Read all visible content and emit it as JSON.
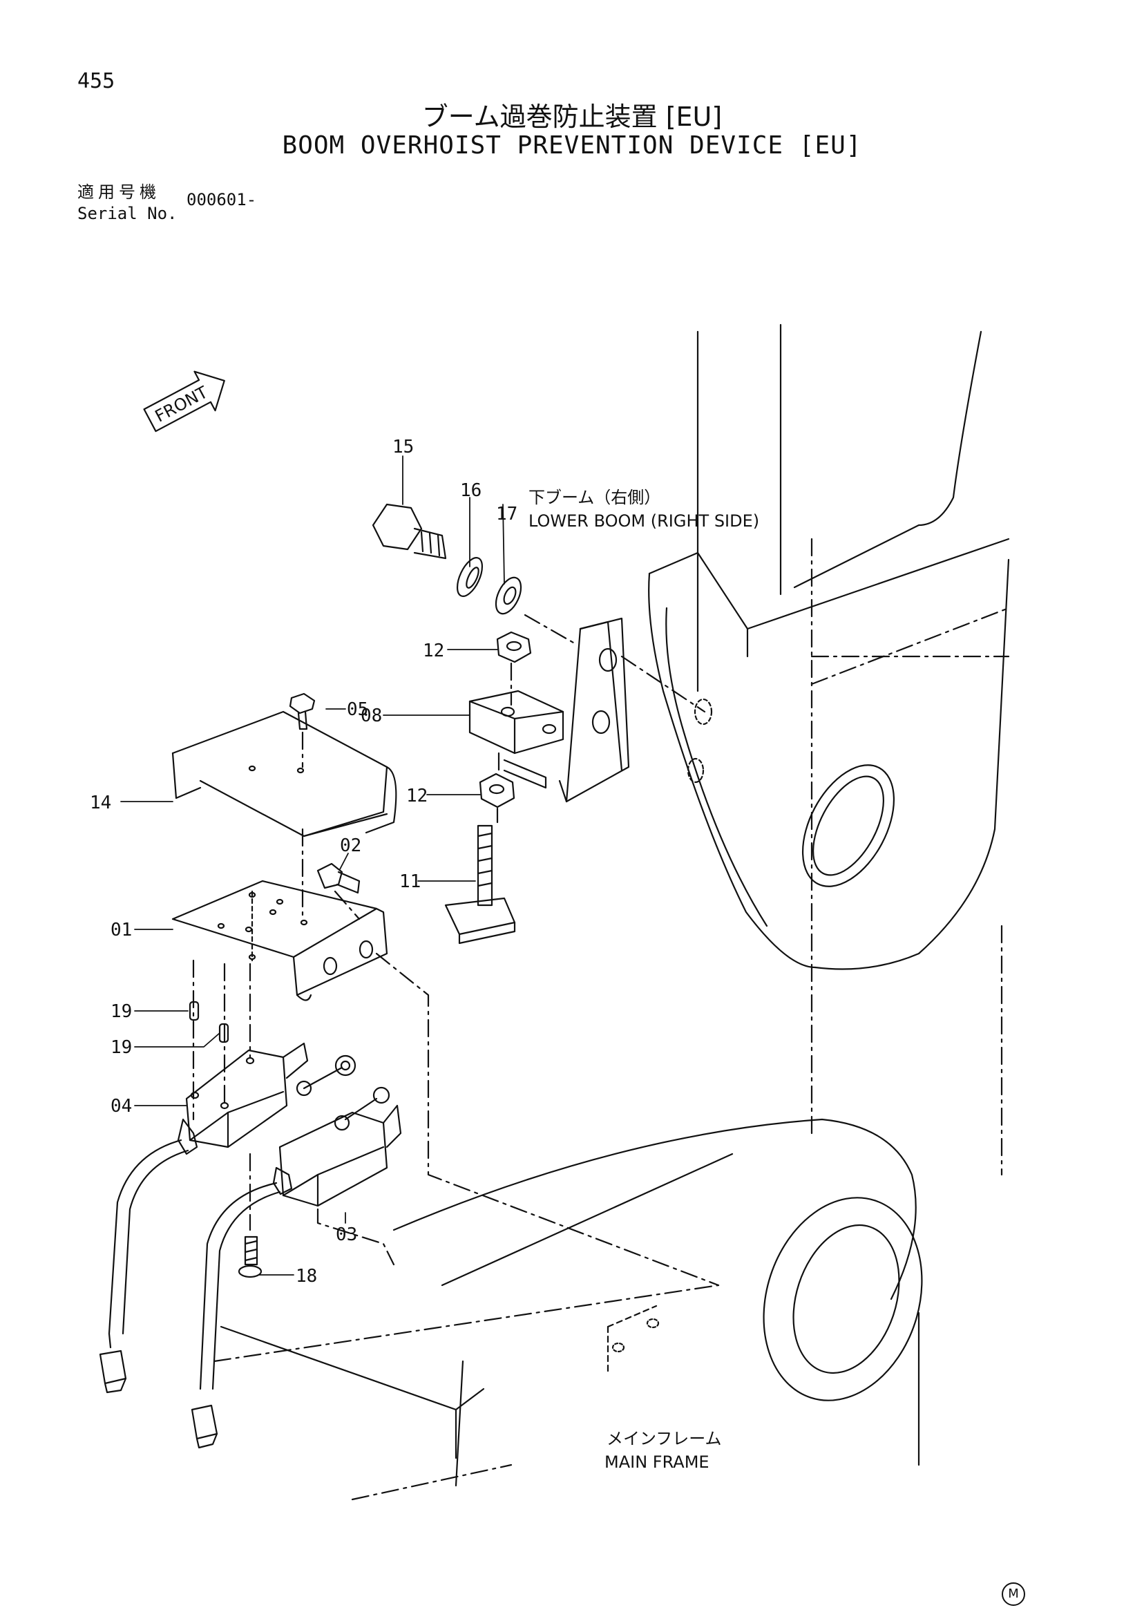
{
  "header": {
    "page_number": "455",
    "title_jp": "ブーム過巻防止装置 [EU]",
    "title_en": "BOOM OVERHOIST PREVENTION DEVICE [EU]",
    "serial_label_jp": "適用号機",
    "serial_label_en": "Serial No.",
    "serial_value": "000601-"
  },
  "diagram": {
    "front_marker": "FRONT",
    "labels": {
      "lower_boom_jp": "下ブーム（右側）",
      "lower_boom_en": "LOWER BOOM (RIGHT SIDE)",
      "main_frame_jp": "メインフレーム",
      "main_frame_en": "MAIN FRAME"
    },
    "callouts": {
      "c15": "15",
      "c16": "16",
      "c17": "17",
      "c12a": "12",
      "c12b": "12",
      "c05": "05",
      "c08": "08",
      "c14": "14",
      "c02": "02",
      "c11": "11",
      "c01": "01",
      "c19a": "19",
      "c19b": "19",
      "c04": "04",
      "c18": "18",
      "c03": "03"
    }
  },
  "footer": {
    "mark": "M"
  }
}
